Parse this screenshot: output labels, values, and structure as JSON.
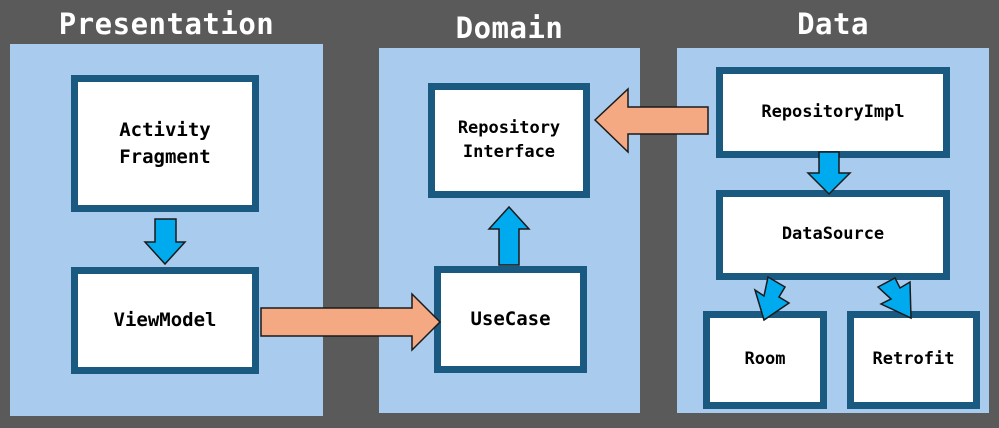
{
  "colors": {
    "background": "#5a5a5a",
    "panel": "#a9cbee",
    "box_border": "#1a5a80",
    "blue_arrow": "#00aaee",
    "orange_arrow": "#f4a983"
  },
  "layers": {
    "presentation": {
      "title": "Presentation"
    },
    "domain": {
      "title": "Domain"
    },
    "data": {
      "title": "Data"
    }
  },
  "nodes": {
    "activity_fragment": "Activity\nFragment",
    "viewmodel": "ViewModel",
    "repository_interface": "Repository\nInterface",
    "usecase": "UseCase",
    "repository_impl": "RepositoryImpl",
    "datasource": "DataSource",
    "room": "Room",
    "retrofit": "Retrofit"
  }
}
